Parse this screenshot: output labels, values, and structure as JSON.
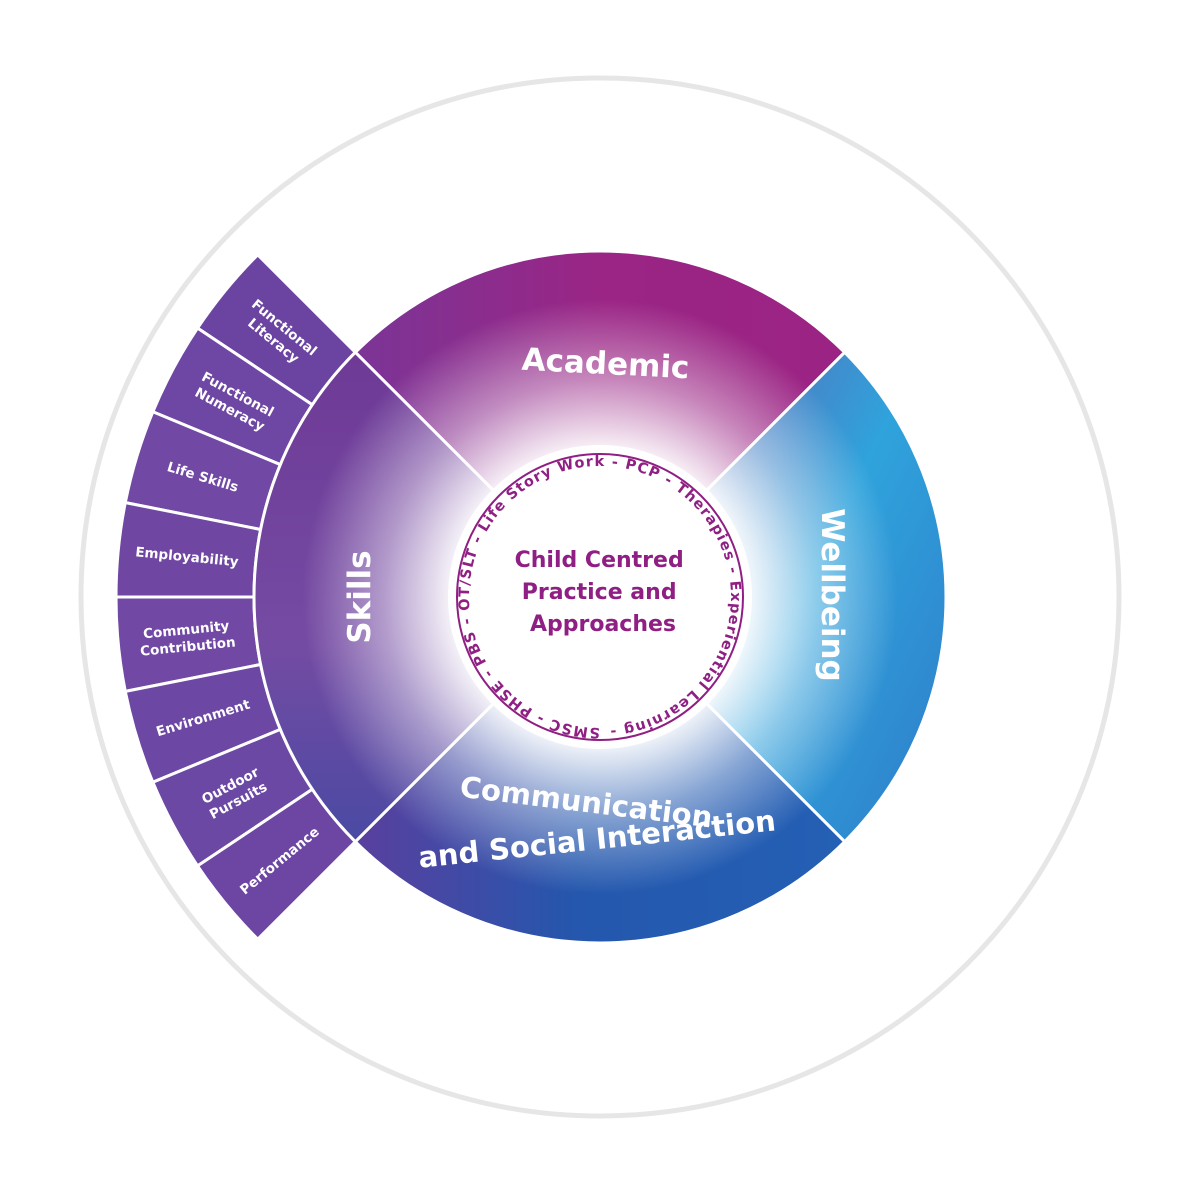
{
  "center": {
    "title_lines": [
      "Child Centred",
      "Practice and",
      "Approaches"
    ],
    "ring_text": "SMSC - PHSE - PBS - OT/SLT - Life Story Work - PCP - Therapies - Experiential Learning -"
  },
  "segments": {
    "academic": "Academic",
    "wellbeing": "Wellbeing",
    "communication_line1": "Communication",
    "communication_line2": "and Social Interaction",
    "skills": "Skills"
  },
  "skills_items": [
    [
      "Functional",
      "Literacy"
    ],
    [
      "Functional",
      "Numeracy"
    ],
    [
      "Life Skills"
    ],
    [
      "Employability"
    ],
    [
      "Community",
      "Contribution"
    ],
    [
      "Environment"
    ],
    [
      "Outdoor",
      "Pursuits"
    ],
    [
      "Performance"
    ]
  ],
  "colors": {
    "academic": "#9a2585",
    "wellbeing": "#2fa3dc",
    "communication": "#2457ad",
    "skills": "#6e43a0",
    "center_text": "#8f1f83",
    "outer_ring": "#e6e6e6"
  }
}
